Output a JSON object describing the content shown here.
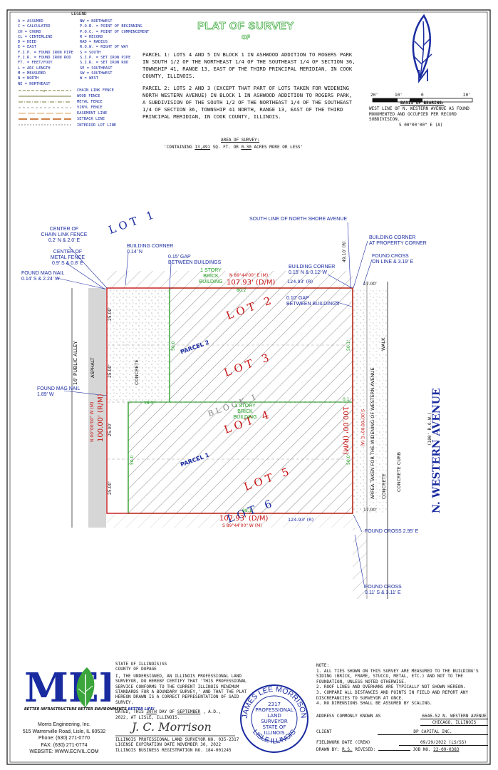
{
  "title": "PLAT OF SURVEY",
  "subtitle": "OF",
  "legend": {
    "heading": "LEGEND",
    "left": [
      "A = ASSUMED",
      "C = CALCULATED",
      "CH = CHORD",
      "CL = CENTERLINE",
      "D = DEED",
      "E = EAST",
      "F.I.P. = FOUND IRON PIPE",
      "F.I.R. = FOUND IRON ROD",
      "FT. = FEET/FOOT",
      "L = ARC LENGTH",
      "M = MEASURED",
      "N = NORTH",
      "NE = NORTHEAST"
    ],
    "right": [
      "NW = NORTHWEST",
      "P.O.B. = POINT OF BEGINNING",
      "P.O.C. = POINT OF COMMENCEMENT",
      "R = RECORD",
      "RAD = RADIUS",
      "R.O.W. = RIGHT OF WAY",
      "S = SOUTH",
      "S.I.P. = SET IRON PIPE",
      "S.I.R. = SET IRON ROD",
      "SE = SOUTHEAST",
      "SW = SOUTHWEST",
      "W = WEST"
    ],
    "lines": [
      "CHAIN LINK FENCE",
      "WOOD FENCE",
      "METAL FENCE",
      "VINYL FENCE",
      "EASEMENT LINE",
      "SETBACK LINE",
      "INTERIOR LOT LINE"
    ]
  },
  "parcel1": "PARCEL 1: LOTS 4 AND 5 IN BLOCK 1 IN ASHWOOD ADDITION TO ROGERS PARK IN SOUTH 1/2 OF THE NORTHEAST 1/4 OF THE SOUTHEAST 1/4 OF SECTION 36, TOWNSHIP 41, RANGE 13, EAST OF THE THIRD PRINCIPAL MERIDIAN, IN COOK COUNTY, ILLINOIS.",
  "parcel2": "PARCEL 2: LOTS 2 AND 3 (EXCEPT THAT PART OF LOTS TAKEN FOR WIDENING NORTH WESTERN AVENUE) IN BLOCK 1 IN ASHWOOD ADDITION TO ROGERS PARK, A SUBDIVISION OF THE SOUTH 1/2 OF THE NORTHEAST 1/4 OF THE SOUTHEAST 1/4 OF SECTION 36, TOWNSHIP 41 NORTH, RANGE 13, EAST OF THE THIRD PRINCIPAL MERIDIAN, IN COOK COUNTY, ILLINOIS.",
  "scale": {
    "labels": [
      "20'",
      "10'",
      "0",
      "20'"
    ]
  },
  "bearing": {
    "heading": "BASIS OF BEARING:",
    "text": "WEST LINE OF N. WESTERN AVENUE AS FOUND MONUMENTED AND OCCUPIED PER RECORD SUBDIVISION.",
    "value": "S 00°00'00\" E (A)"
  },
  "area": {
    "heading": "AREA OF SURVEY:",
    "prefix": "'CONTAINING",
    "sqft": "13,491",
    "mid": "SQ. FT. OR",
    "acres": "0.30",
    "suffix": "ACRES MORE OR LESS'"
  },
  "plat": {
    "lot1": "L O T   1",
    "lot2": "L O T   2",
    "lot3": "L O T   3",
    "lot4": "L O T   4",
    "lot5": "L O T   5",
    "lot6": "L O T   6",
    "block": "B L O C K   I",
    "parcel1": "PARCEL 1",
    "parcel2": "PARCEL 2",
    "street": "N. WESTERN AVENUE",
    "row": "(100' R.O.W.)",
    "alley": "16' PUBLIC ALLEY",
    "asphalt": "ASPHALT",
    "concrete": "CONCRETE",
    "concrete_curb": "CONCRETE CURB",
    "walk": "WALK",
    "widening": "ARFEA TAKEN FOR THE WIDENING OF WESTERN AVENUE",
    "building1": [
      "1 STORY",
      "BRICK",
      "BUILDING"
    ],
    "building2": [
      "1 STORY",
      "BRICK",
      "BUILDING"
    ],
    "north_dim": "107.93' (D/M)",
    "north_bearing": "N 89°44'00\" E (M)",
    "north_rec": "124.93' (R)",
    "north_inner": "80.2",
    "south_dim": "107.93' (D/M)",
    "south_bearing": "S 89°44'00\" W (M)",
    "south_rec": "124.93' (R)",
    "south_inner": "98.1",
    "west_dim": "100.00' (R/M)",
    "west_bearing": "N 00°00'00\" W (M)",
    "east_dim": "100.00' (R/M)",
    "east_bearing": "S 00°00'00\" E (A)",
    "dim_25": "25.00'",
    "dim_50": "50.0",
    "dim_50b": "50.0",
    "dim_50c": "50.0'",
    "dim_50d": "50.1'",
    "dim_183": "18.3'",
    "dim_01": "0.1",
    "dim_1700a": "17.00'",
    "dim_1700b": "17.00'",
    "dim_4910": "49.10' (R)",
    "callouts": {
      "chain_fence": [
        "CENTER OF",
        "CHAIN LINK FENCE",
        "0.2' N & 2.0' E"
      ],
      "metal_fence": [
        "CENTER OF",
        "METAL FENCE",
        "0.9' S & 0.8' E"
      ],
      "mag_nail1": [
        "FOUND MAG NAIL",
        "0.14' S & 2.24' W"
      ],
      "bldg_corner1": [
        "BUILDING CORNER",
        "0.14' N"
      ],
      "gap1": [
        "0.15' GAP",
        "BETWEEN BUILDINGS"
      ],
      "south_line": "SOUTH LINE OF NORTH SHORE AVENUE",
      "bldg_corner_prop": [
        "BUILDING CORNER",
        "AT PROPERTY CORNER"
      ],
      "found_cross1": [
        "FOUND CROSS",
        "ON LINE & 3.19' E"
      ],
      "bldg_corner2": [
        "BUILDING CORNER",
        "0.15' N & 0.12' W"
      ],
      "gap2": [
        "0.10' GAP",
        "BETWEEN BUILDINGS"
      ],
      "mag_nail2": [
        "FOUND MAG NAIL",
        "1.89' W"
      ],
      "found_cross2": "FOUND CROSS 2.95' E",
      "found_cross3": [
        "FOUND CROSS",
        "0.11' S & 3.11' E"
      ]
    }
  },
  "certificate": {
    "state": "STATE OF ILLINOIS",
    "ss": ")SS",
    "county": "COUNTY OF DUPAGE",
    "body": "I, THE UNDERSIGNED, AN ILLINOIS PROFESSIONAL LAND SURVEYOR, DO HEREBY CERTIFY THAT 'THIS PROFESSIONAL SERVICE CONFORMS TO THE CURRENT ILLINOIS MINIMUM STANDARDS FOR A BOUNDARY SURVEY,' AND THAT THE PLAT HEREON DRAWN IS A CORRECT REPRESENTATION OF SAID SURVEY.",
    "dated_prefix": "DATED, THIS",
    "day": "30TH",
    "day_of": "DAY OF",
    "month": "SEPTEMBER",
    "ad": ", A.D.,",
    "year_line": "2022, AT LISLE, ILLINOIS.",
    "signature": "J. C. Morrison",
    "license1": "ILLINOIS PROFESSIONAL LAND SURVEYOR NO. 035-2317",
    "license2": "LICENSE EXPIRATION DATE NOVEMBER 30, 2022",
    "license3": "ILLINOIS BUSINESS REGISTRATION NO. 184-001245"
  },
  "seal": {
    "top": "JAMES LEE MORRISON",
    "bottom": "LISLE ILLINOIS",
    "center": [
      "2317",
      "PROFESSIONAL",
      "LAND",
      "SURVEYOR",
      "STATE OF",
      "ILLINOIS"
    ]
  },
  "company": {
    "logo": "MEI",
    "tagline1": "BETTER INFRASTRUCTURE",
    "tagline2": "BETTER ENVIRONMENTS",
    "tagline3": "BETTER LIFE!",
    "name": "Morris Engineering, Inc.",
    "address": "515 Warrenville Road, Lisle, IL 60532",
    "phone": "Phone: (630) 271-0770",
    "fax": "FAX: (630) 271-0774",
    "website": "WEBSITE: WWW.ECIVIL.COM"
  },
  "notes": {
    "heading": "NOTE:",
    "items": [
      "1.  ALL TIES SHOWN ON THIS SURVEY ARE MEASURED TO THE BUILDING'S SIDING (BRICK, FRAME, STUCCO, METAL, ETC.) AND NOT TO THE FOUNDATION, UNLESS NOTED OTHERWISE.",
      "2.  ROOF LINES AND OVERHANG ARE TYPICALLY NOT SHOWN HEREON.",
      "3.  COMPARE ALL DISTANCES AND POINTS IN FIELD AND REPORT ANY DISCREPANCIES TO SURVEYOR AT ONCE.",
      "4.  NO DIMENSIONS SHALL BE ASSUMED BY SCALING."
    ]
  },
  "fields": {
    "address_label": "ADDRESS COMMONLY KNOWN AS",
    "address1": "6646-52 N. WESTERN AVENUE",
    "address2": "CHICAGO, ILLINOIS",
    "client_label": "CLIENT",
    "client": "DP CAPITAL INC.",
    "fieldwork_label": "FIELDWORK DATE (CREW)",
    "fieldwork": "09/29/2022 (LS/SS)",
    "drawn_label": "DRAWN BY:",
    "drawn": "R.S.",
    "revised_label": "REVISED:",
    "job_label": "JOB NO.",
    "job": "22-09-0383"
  },
  "colors": {
    "green": "#1a9a1a",
    "blue": "#1a2ba0",
    "red": "#c81414"
  }
}
